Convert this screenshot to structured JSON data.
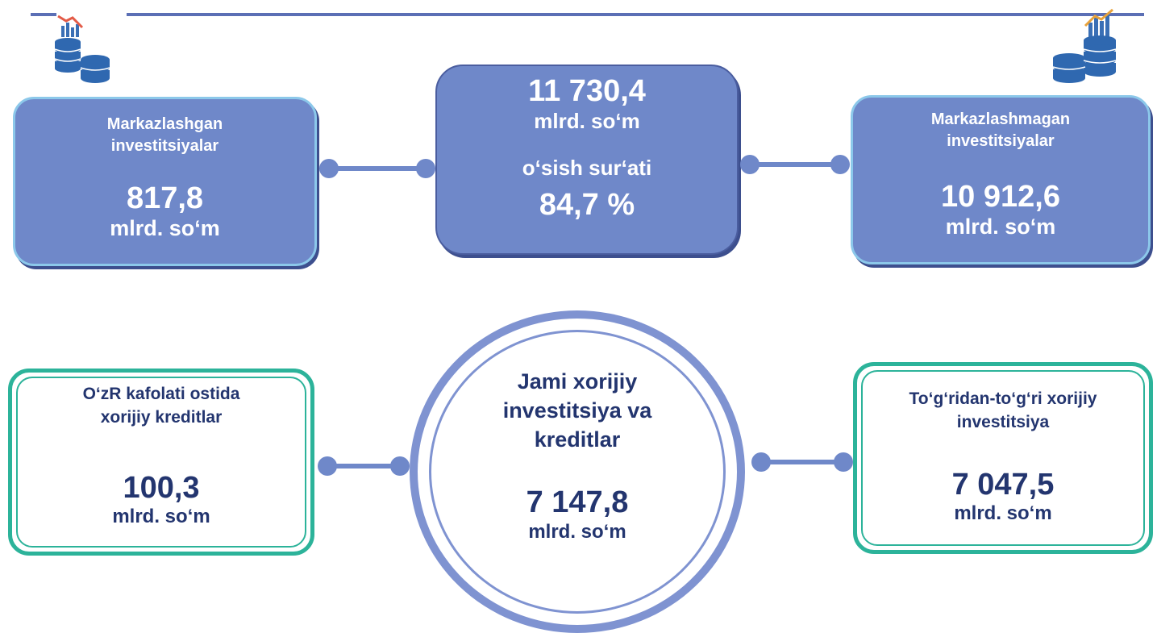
{
  "header": {
    "left_icon": "coin-stack-chart-icon",
    "right_icon": "coin-stack-chart-icon",
    "line_color": "#5b6fb5"
  },
  "top_row": {
    "left": {
      "label_line1": "Markazlashgan",
      "label_line2": "investitsiyalar",
      "value": "817,8",
      "unit": "mlrd. so‘m"
    },
    "center": {
      "value": "11 730,4",
      "unit": "mlrd. so‘m",
      "growth_label": "o‘sish sur‘ati",
      "growth_value": "84,7 %"
    },
    "right": {
      "label_line1": "Markazlashmagan",
      "label_line2": "investitsiyalar",
      "value": "10 912,6",
      "unit": "mlrd. so‘m"
    }
  },
  "bottom_row": {
    "left": {
      "label_line1": "O‘zR kafolati ostida",
      "label_line2": "xorijiy kreditlar",
      "value": "100,3",
      "unit": "mlrd. so‘m"
    },
    "center": {
      "label_line1": "Jami xorijiy",
      "label_line2": "investitsiya va",
      "label_line3": "kreditlar",
      "value": "7 147,8",
      "unit": "mlrd. so‘m"
    },
    "right": {
      "label_line1": "To‘g‘ridan-to‘g‘ri xorijiy",
      "label_line2": "investitsiya",
      "value": "7 047,5",
      "unit": "mlrd. so‘m"
    }
  },
  "colors": {
    "card_fill": "#6f88c9",
    "card_border": "#8cc8ea",
    "green_border": "#2cb39a",
    "dark_text": "#23356f",
    "circle_ring": "#7f93d1"
  }
}
